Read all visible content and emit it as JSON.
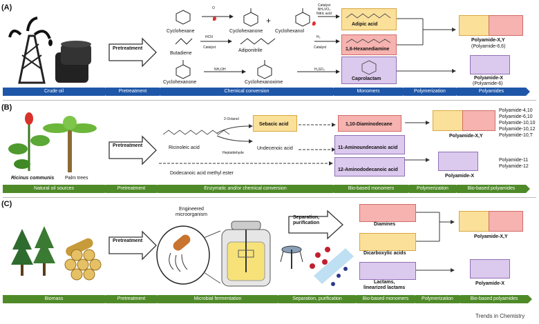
{
  "panels": {
    "a": "(A)",
    "b": "(B)",
    "c": "(C)"
  },
  "pretreatment": "Pretreatment",
  "a": {
    "bar": [
      "Crude oil",
      "Pretreatment",
      "Chemical conversion",
      "Monomers",
      "Polymerization",
      "Polyamides"
    ],
    "cyclohexane": "Cyclohexane",
    "o2": "O",
    "cyclohexanone": "Cyclohexanone",
    "plus": "+",
    "cyclohexanol": "Cyclohexanol",
    "catalyst_nitric": "Catalyst\nNH₄VO₃\nNitric acid",
    "adipic": "Adipic acid",
    "butadiene": "Butadiene",
    "hcn": "HCN",
    "catalyst": "Catalyst",
    "adiponitrile": "Adiponitrile",
    "h2": "H₂",
    "catalyst2": "Catalyst",
    "hexanediamine": "1,6-Hexanediamine",
    "cyclohexanone2": "Cyclohexanone",
    "nh2oh": "NH₂OH",
    "oxime": "Cyclohexanoxime",
    "h2so4": "H₂SO₄",
    "caprolactam": "Caprolactam",
    "pxy": "Polyamide-X,Y",
    "pxy_sub": "(Polyamide-6,6)",
    "px": "Polyamide-X",
    "px_sub": "(Polyamide-6)"
  },
  "b": {
    "bar": [
      "Natural oil sources",
      "Pretreatment",
      "Enzymatic and/or chemical conversion",
      "Bio-based monomers",
      "Polymerization",
      "Bio-based polyamides"
    ],
    "ricinus": "Ricinus communis",
    "palm": "Palm trees",
    "ricinoleic": "Ricinoleic acid",
    "octanol": "2-Octanol",
    "sebacic": "Sebacic acid",
    "diamino": "1,10-Diaminodecane",
    "undecenoic": "Undecenoic acid",
    "heptaldehyde": "Heptaldehyde",
    "aminoundecanoic": "11-Aminoundecanoic acid",
    "aminododecanoic": "12-Aminododecanoic acid",
    "methylester": "Dodecanoic acid methyl ester",
    "pxy": "Polyamide-X,Y",
    "px": "Polyamide-X",
    "pxy_list": [
      "Polyamide-4,10",
      "Polyamide-6,10",
      "Polyamide-10,10",
      "Polyamide-10,12",
      "Polyamide-10,T"
    ],
    "px_list": [
      "Polyamide-11",
      "Polyamide-12"
    ]
  },
  "c": {
    "bar": [
      "Biomass",
      "Pretreatment",
      "Microbial fermentation",
      "Separation, purification",
      "Bio-based monomers",
      "Polymerization",
      "Bio-based polyamides"
    ],
    "engineered": "Engineered\nmicroorganism",
    "separation": "Separation,\npurification",
    "diamines": "Diamines",
    "dicarboxylic": "Dicarboxylic acids",
    "lactams": "Lactams,\nlinearized lactams",
    "pxy": "Polyamide-X,Y",
    "px": "Polyamide-X"
  },
  "footer": "Trends in Chemistry",
  "colors": {
    "blue": "#1e56a8",
    "green": "#4f8a28",
    "yellow": "#fbe09a",
    "red": "#f6b3b0",
    "purple": "#dcc9ee"
  }
}
